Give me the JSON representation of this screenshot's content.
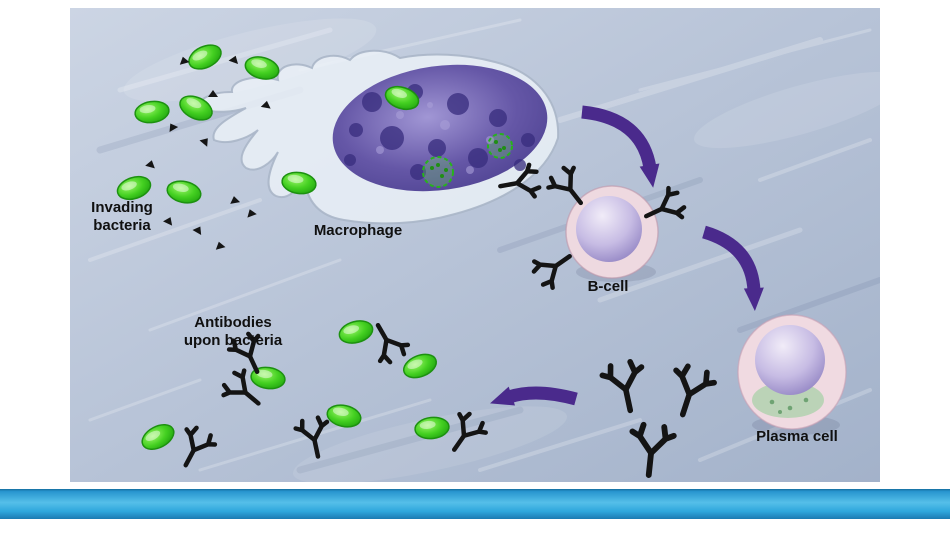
{
  "diagram": {
    "labels": {
      "invading_line1": "Invading",
      "invading_line2": "bacteria",
      "macrophage": "Macrophage",
      "b_cell": "B-cell",
      "plasma_cell": "Plasma cell",
      "antibodies_line1": "Antibodies",
      "antibodies_line2": "upon bacteria"
    },
    "colors": {
      "bacteria_green": "#44d021",
      "bacteria_edge_green": "#1d9110",
      "arrow_purple": "#4a2a8c",
      "macrophage_nucleus_purple": "#4a3d92",
      "cell_outer_pink": "#eed9e0",
      "cell_inner_lavender": "#8d7fc0",
      "antibody_black": "#141414",
      "background_blue": "#b7c3d7",
      "footer_bar_cyan": "#33a9dd",
      "label_text": "#101010"
    }
  }
}
